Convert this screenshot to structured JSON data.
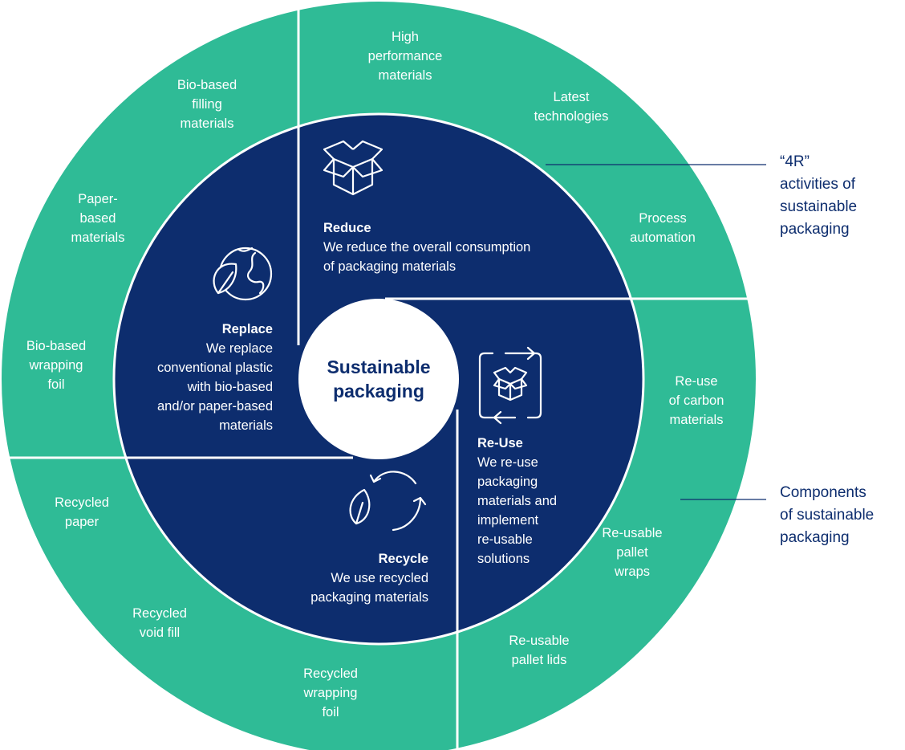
{
  "colors": {
    "outer_ring": "#2fbb96",
    "inner_disc": "#0d2d6e",
    "center": "#ffffff",
    "divider": "#ffffff",
    "text_dark": "#0d2d6e"
  },
  "center_label": [
    "Sustainable",
    "packaging"
  ],
  "segments": {
    "reduce": {
      "title": "Reduce",
      "lines": [
        "We reduce the overall consumption",
        "of packaging materials"
      ],
      "icon": "open-box-icon"
    },
    "replace": {
      "title": "Replace",
      "lines": [
        "We replace",
        "conventional plastic",
        "with bio-based",
        "and/or paper-based",
        "materials"
      ],
      "icon": "leaf-globe-icon"
    },
    "reuse": {
      "title": "Re-Use",
      "lines": [
        "We re-use",
        "packaging",
        "materials and",
        "implement",
        "re-usable",
        "solutions"
      ],
      "icon": "reuse-box-icon"
    },
    "recycle": {
      "title": "Recycle",
      "lines": [
        "We use recycled",
        "packaging materials"
      ],
      "icon": "recycle-leaf-icon"
    }
  },
  "components": {
    "high_performance": [
      "High",
      "performance",
      "materials"
    ],
    "latest_tech": [
      "Latest",
      "technologies"
    ],
    "process_automation": [
      "Process",
      "automation"
    ],
    "bio_filling": [
      "Bio-based",
      "filling",
      "materials"
    ],
    "paper_based": [
      "Paper-",
      "based",
      "materials"
    ],
    "bio_wrapping": [
      "Bio-based",
      "wrapping",
      "foil"
    ],
    "reuse_carbon": [
      "Re-use",
      "of carbon",
      "materials"
    ],
    "reusable_wraps": [
      "Re-usable",
      "pallet",
      "wraps"
    ],
    "reusable_lids": [
      "Re-usable",
      "pallet lids"
    ],
    "recycled_paper": [
      "Recycled",
      "paper"
    ],
    "recycled_void": [
      "Recycled",
      "void fill"
    ],
    "recycled_foil": [
      "Recycled",
      "wrapping",
      "foil"
    ]
  },
  "annotations": {
    "activities": [
      "“4R”",
      "activities of",
      "sustainable",
      "packaging"
    ],
    "components": [
      "Components",
      "of sustainable",
      "packaging"
    ]
  }
}
